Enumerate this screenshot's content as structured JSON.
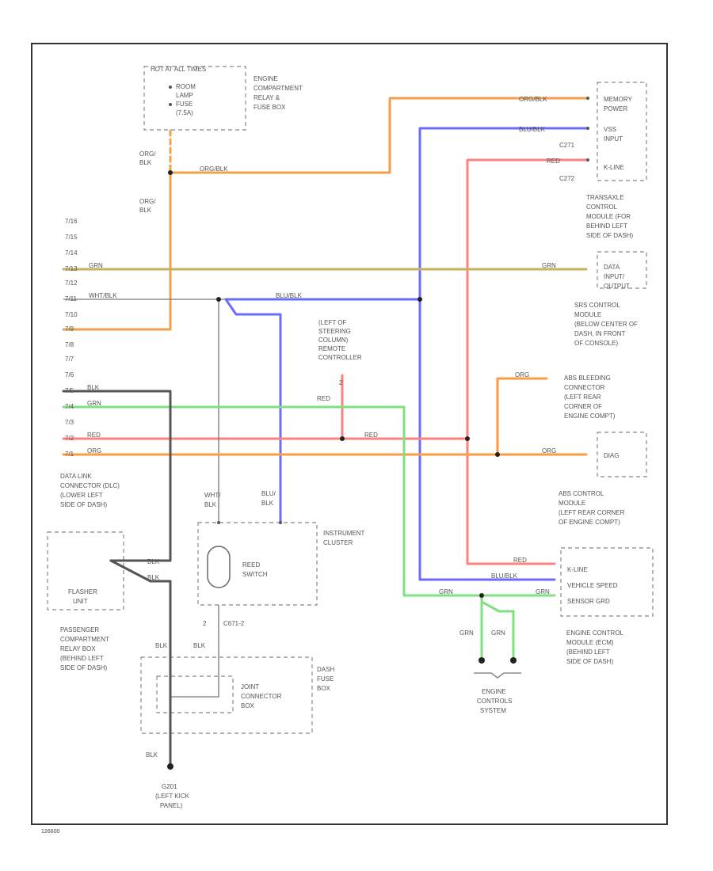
{
  "colors": {
    "orange_black": "#f0a050",
    "blue_black": "#6b6bff",
    "red": "#ff8080",
    "orange": "#ff9b45",
    "green": "#7fe07f",
    "black": "#555555",
    "white_black": "#aaaaaa",
    "gray": "#9a9a9a"
  },
  "labels": {
    "hot_fuses": "HOT AT ALL TIMES",
    "room_lamp_fuse": [
      "ROOM",
      "LAMP",
      "FUSE",
      "(7.5A)"
    ],
    "engine_relay_box": [
      "ENGINE",
      "COMPARTMENT",
      "RELAY &",
      "FUSE BOX"
    ],
    "orgblk_left_1": [
      "ORG/",
      "BLK"
    ],
    "orgblk_left_2": [
      "ORG/",
      "BLK"
    ],
    "wire_orgblk_mid": "ORG/BLK",
    "wire_orgblk_top": "ORG/BLK",
    "wire_blublk_top": "BLU/BLK",
    "wire_red_top": "RED",
    "c271": "C271",
    "c272": "C272",
    "tcm_pins": [
      "MEMORY",
      "POWER",
      "VSS",
      "INPUT",
      "K-LINE"
    ],
    "tcm_desc": [
      "TRANSAXLE",
      "CONTROL",
      "MODULE (FOR",
      "BEHIND LEFT",
      "SIDE OF DASH)"
    ],
    "data_io": [
      "DATA",
      "INPUT/",
      "OUTPUT"
    ],
    "wire_grn_left": "GRN",
    "wire_grn_right": "GRN",
    "wire_whtblk": "WHT/BLK",
    "wire_blublk_mid": "BLU/BLK",
    "srs_desc": [
      "SRS CONTROL",
      "MODULE",
      "(BELOW CENTER OF",
      "DASH, IN FRONT",
      "OF CONSOLE)"
    ],
    "steering_desc": [
      "(LEFT OF",
      "STEERING",
      "COLUMN)",
      "REMOTE",
      "CONTROLLER"
    ],
    "wire_red_vert": "RED",
    "abs_bleed": [
      "ABS BLEEDING",
      "CONNECTOR",
      "(LEFT REAR",
      "CORNER OF",
      "ENGINE COMPT)"
    ],
    "wire_org_bleed": "ORG",
    "wire_blk_dlc": "BLK",
    "wire_grn_dlc": "GRN",
    "wire_red_dlc": "RED",
    "wire_red_dlc2": "RED",
    "wire_org_dlc": "ORG",
    "wire_org_dlc2": "ORG",
    "diag": "DIAG",
    "dlc_pins": [
      "7/16",
      "7/15",
      "7/14",
      "7/13",
      "7/12",
      "7/11",
      "7/10",
      "7/9",
      "7/8",
      "7/7",
      "7/6",
      "7/5",
      "7/4",
      "7/3",
      "7/2",
      "7/1"
    ],
    "dlc_desc": [
      "DATA LINK",
      "CONNECTOR (DLC)",
      "(LOWER LEFT",
      "SIDE OF DASH)"
    ],
    "abs_module": [
      "ABS CONTROL",
      "MODULE",
      "(LEFT REAR CORNER",
      "OF ENGINE COMPT)"
    ],
    "whtblk_vert": [
      "WHT/",
      "BLK"
    ],
    "blublk_vert": [
      "BLU/",
      "BLK"
    ],
    "instrument_cluster": [
      "INSTRUMENT",
      "CLUSTER"
    ],
    "reed_switch": [
      "REED",
      "SWITCH"
    ],
    "ecm_pins": [
      "K-LINE",
      "VEHICLE SPEED",
      "SENSOR GRD"
    ],
    "wire_red_ecm": "RED",
    "wire_blublk_ecm": "BLU/BLK",
    "wire_grn_ecm": "GRN",
    "wire_grn_ecm2": "GRN",
    "flasher": [
      "FLASHER",
      "UNIT"
    ],
    "wire_blk_fl1": "BLK",
    "wire_blk_fl2": "BLK",
    "pass_relay": [
      "PASSENGER",
      "COMPARTMENT",
      "RELAY BOX",
      "(BEHIND LEFT",
      "SIDE OF DASH)"
    ],
    "ecm_desc": [
      "ENGINE CONTROL",
      "MODULE (ECM)",
      "(BEHIND LEFT",
      "SIDE OF DASH)"
    ],
    "grn_pair": [
      "GRN",
      "GRN"
    ],
    "engine_controls": [
      "ENGINE",
      "CONTROLS",
      "SYSTEM"
    ],
    "pin_2": "2",
    "pin_2b": "2",
    "c_num": "C671-2",
    "blk_left": "BLK",
    "blk_mid": "BLK",
    "dash_fuse": [
      "DASH",
      "FUSE",
      "BOX"
    ],
    "joint_connector": [
      "JOINT",
      "CONNECTOR",
      "BOX"
    ],
    "blk_bottom": "BLK",
    "ground": [
      "G201",
      "(LEFT KICK",
      "PANEL)"
    ],
    "footer": "126600"
  }
}
